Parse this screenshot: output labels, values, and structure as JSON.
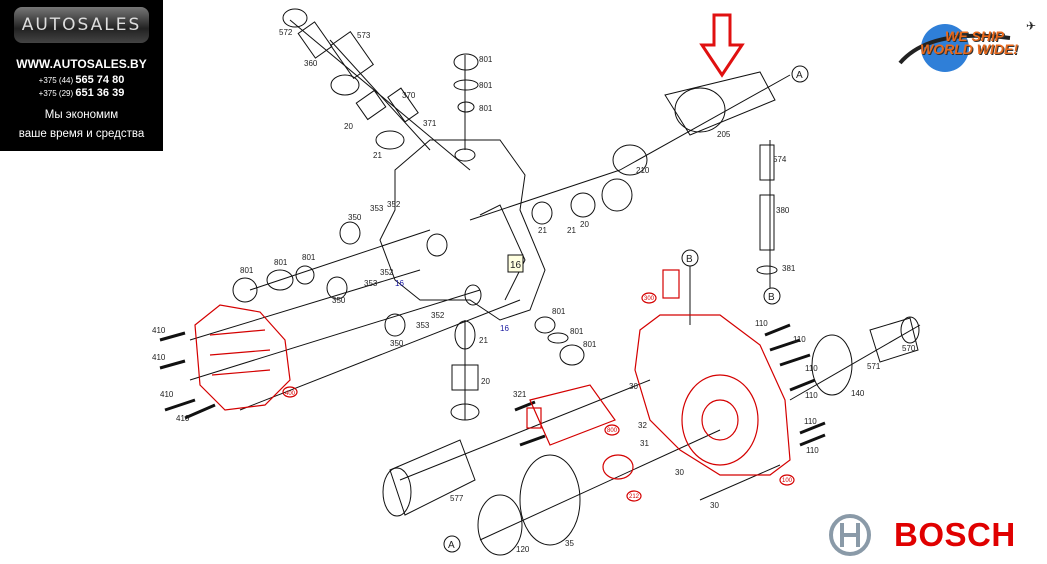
{
  "dealer": {
    "logo_text": "AUTOSALES",
    "website": "WWW.AUTOSALES.BY",
    "phones": [
      {
        "prefix": "+375 (44)",
        "number": "565 74 80"
      },
      {
        "prefix": "+375 (29)",
        "number": "651 36 39"
      }
    ],
    "slogan_line1": "Мы экономим",
    "slogan_line2": "ваше время и средства"
  },
  "shipping_badge": {
    "line1": "WE SHIP",
    "line2": "WORLD WIDE!"
  },
  "brand": {
    "name": "BOSCH",
    "color": "#e00000"
  },
  "highlight_color": "#d40000",
  "labels": [
    "572",
    "573",
    "360",
    "370",
    "371",
    "20",
    "21",
    "801",
    "801",
    "801",
    "350",
    "353",
    "352",
    "801",
    "801",
    "801",
    "352",
    "353",
    "350",
    "16",
    "21",
    "16",
    "410",
    "410",
    "410",
    "410",
    "400",
    "350",
    "353",
    "352",
    "16",
    "21",
    "20",
    "801",
    "801",
    "801",
    "321",
    "30",
    "800",
    "32",
    "31",
    "30",
    "30",
    "212",
    "100",
    "577",
    "120",
    "35",
    "300",
    "B",
    "B",
    "381",
    "380",
    "574",
    "205",
    "210",
    "A",
    "A",
    "110",
    "110",
    "110",
    "110",
    "110",
    "110",
    "140",
    "571",
    "570",
    "20",
    "21"
  ]
}
